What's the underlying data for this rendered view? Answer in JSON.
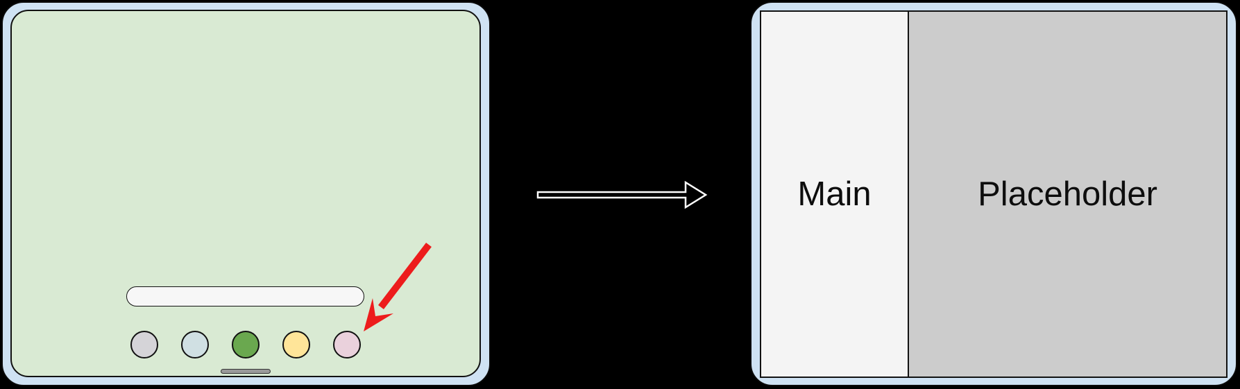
{
  "scene": {
    "background": "#000000"
  },
  "left_device": {
    "description": "tablet home screen",
    "frame_color": "#cfe2f3",
    "screen_color": "#d9ead3",
    "search_pill_color": "#f7f7f7",
    "home_indicator_color": "#9a9a9a",
    "dock_icons": [
      {
        "name": "dock-icon-gray",
        "color": "#d5d4d8"
      },
      {
        "name": "dock-icon-blue",
        "color": "#d0e0e3"
      },
      {
        "name": "dock-icon-green",
        "color": "#6aa84f"
      },
      {
        "name": "dock-icon-yellow",
        "color": "#ffe599"
      },
      {
        "name": "dock-icon-pink",
        "color": "#ead1dc"
      }
    ],
    "annotation_arrow": {
      "color": "#ed1c1c",
      "points_to": "dock-icon-pink"
    }
  },
  "transition_arrow": {
    "direction": "right",
    "fill": "#000000",
    "stroke": "#ffffff"
  },
  "right_device": {
    "description": "tablet split screen",
    "frame_color": "#cfe2f3",
    "panes": [
      {
        "label": "Main",
        "color": "#f4f4f4"
      },
      {
        "label": "Placeholder",
        "color": "#cccccc"
      }
    ]
  }
}
